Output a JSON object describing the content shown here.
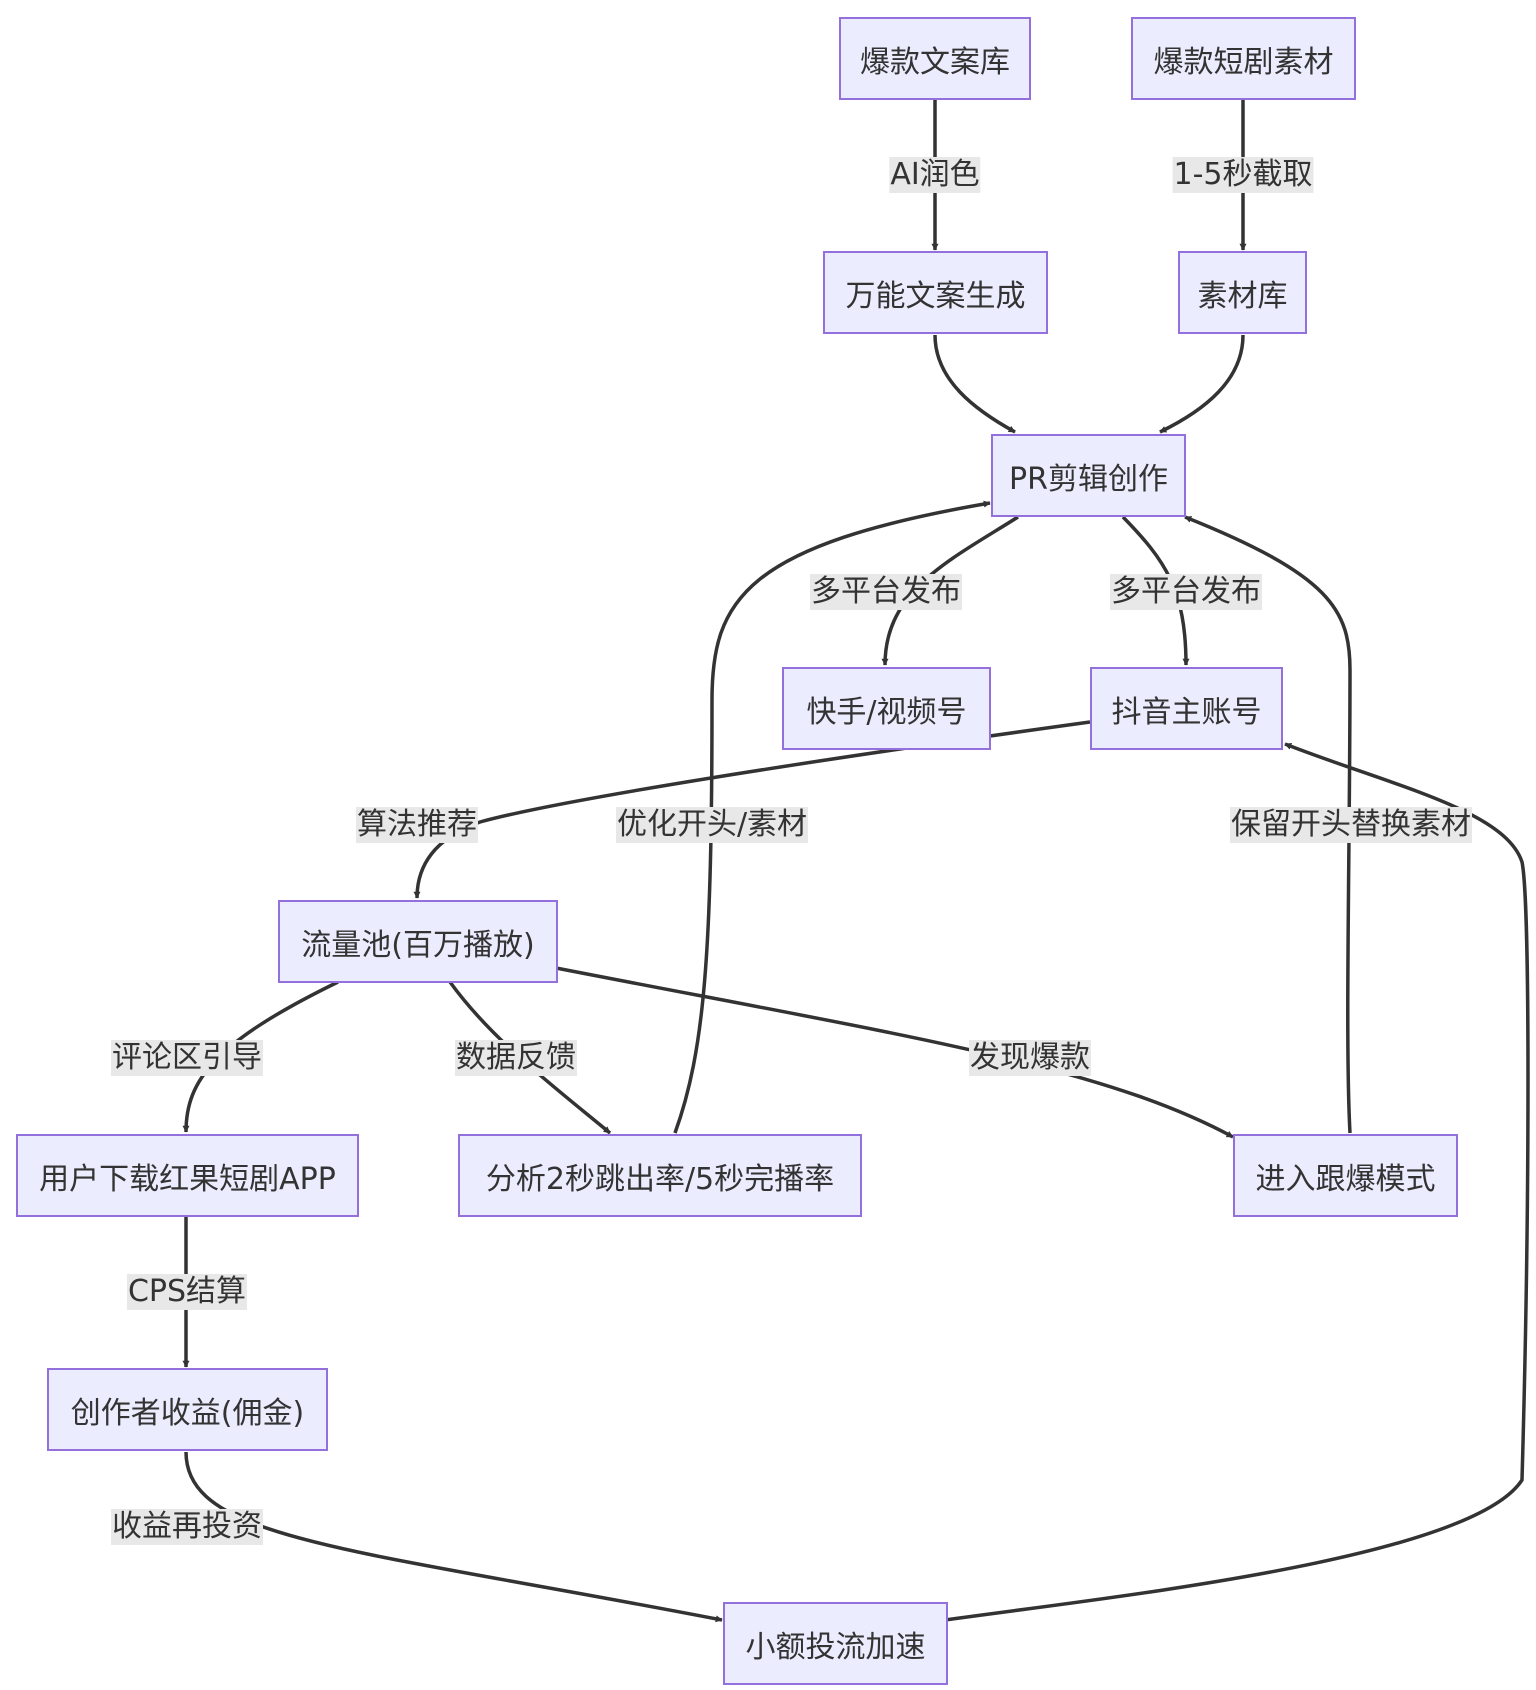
{
  "nodes": {
    "hot_copy_library": "爆款文案库",
    "hot_drama_material": "爆款短剧素材",
    "universal_copy_gen": "万能文案生成",
    "material_library": "素材库",
    "pr_editing": "PR剪辑创作",
    "kuaishou_channels": "快手/视频号",
    "douyin_main": "抖音主账号",
    "traffic_pool": "流量池(百万播放)",
    "user_download_app": "用户下载红果短剧APP",
    "analyze_rates": "分析2秒跳出率/5秒完播率",
    "follow_hot_mode": "进入跟爆模式",
    "creator_income": "创作者收益(佣金)",
    "small_ad_boost": "小额投流加速"
  },
  "edges": {
    "ai_polish": "AI润色",
    "clip_1_5s": "1-5秒截取",
    "multi_publish_1": "多平台发布",
    "multi_publish_2": "多平台发布",
    "algo_recommend": "算法推荐",
    "optimize_opening": "优化开头/素材",
    "keep_opening_replace": "保留开头替换素材",
    "comment_guide": "评论区引导",
    "data_feedback": "数据反馈",
    "find_hot": "发现爆款",
    "cps_settlement": "CPS结算",
    "income_reinvest": "收益再投资"
  },
  "colors": {
    "node_fill": "#ECECFF",
    "node_border": "#9370DB",
    "edge": "#333333",
    "label_bg": "#e8e8e8",
    "text": "#333333"
  }
}
